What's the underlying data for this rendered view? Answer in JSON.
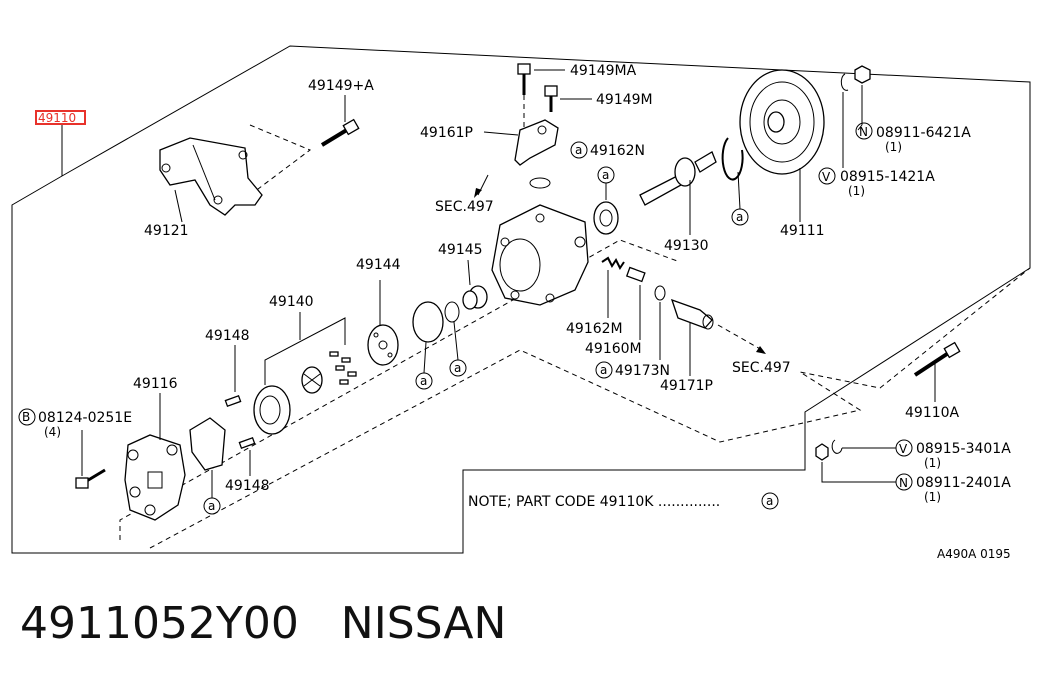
{
  "diagram": {
    "highlight_part": "49110",
    "labels": {
      "p49149MA": "49149MA",
      "p49149M": "49149M",
      "p49149A": "49149+A",
      "p49161P": "49161P",
      "p49162N": "49162N",
      "sec497a": "SEC.497",
      "p49121": "49121",
      "p49130": "49130",
      "p49111": "49111",
      "nut1": "08911-6421A",
      "nut1q": "(1)",
      "wsh1": "08915-1421A",
      "wsh1q": "(1)",
      "p49145": "49145",
      "p49144": "49144",
      "p49140": "49140",
      "p49148a": "49148",
      "p49116": "49116",
      "bolt1": "08124-0251E",
      "bolt1q": "(4)",
      "p49148b": "49148",
      "p49162M": "49162M",
      "p49160M": "49160M",
      "p49173N": "49173N",
      "p49171P": "49171P",
      "sec497b": "SEC.497",
      "p49110A": "49110A",
      "wsh2": "08915-3401A",
      "wsh2q": "(1)",
      "nut2": "08911-2401A",
      "nut2q": "(1)",
      "note": "NOTE; PART CODE 49110K ..............",
      "ref": "A490A 0195"
    },
    "symbols": {
      "circle_a": "a",
      "N": "N",
      "V": "V",
      "B": "B"
    }
  },
  "footer": {
    "part_number": "4911052Y00",
    "brand": "NISSAN"
  }
}
